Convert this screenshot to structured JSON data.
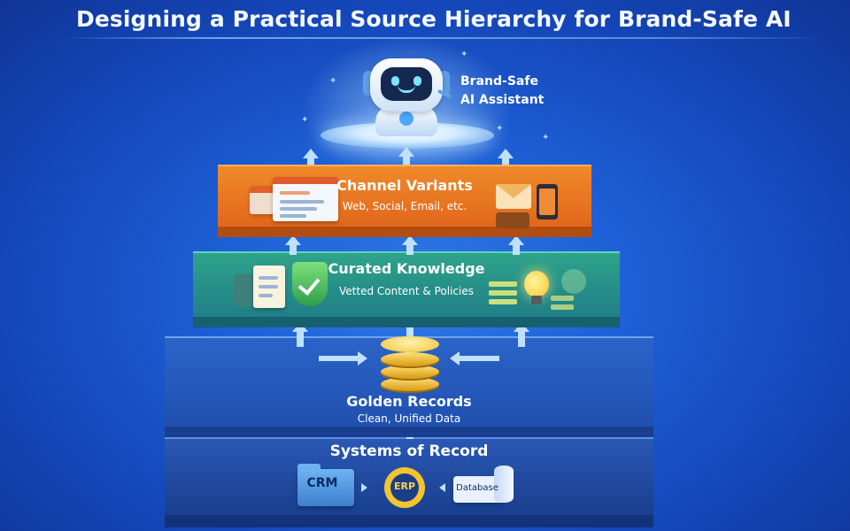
{
  "title": "Designing a Practical Source Hierarchy for Brand-Safe AI",
  "assistant": {
    "line1": "Brand-Safe",
    "line2": "AI Assistant"
  },
  "tiers": {
    "channel": {
      "name": "Channel Variants",
      "subtitle": "Web, Social, Email, etc.",
      "color": "#ec7a22"
    },
    "curated": {
      "name": "Curated Knowledge",
      "subtitle": "Vetted Content & Policies",
      "color": "#26918a"
    },
    "golden": {
      "name": "Golden Records",
      "subtitle": "Clean, Unified Data",
      "color": "#2559bf"
    },
    "systems": {
      "name": "Systems of Record",
      "color": "#1d4799"
    }
  },
  "sources": {
    "crm": "CRM",
    "erp": "ERP",
    "database": "Database"
  },
  "colors": {
    "background": "#1d5fd6",
    "arrow": "#bfe0ff",
    "gold": "#f2c232"
  },
  "icons": [
    "robot-icon",
    "browser-icon",
    "envelope-icon",
    "phone-icon",
    "document-icon",
    "shield-check-icon",
    "lightbulb-icon",
    "database-coins-icon",
    "folder-icon",
    "gear-icon",
    "database-icon"
  ]
}
